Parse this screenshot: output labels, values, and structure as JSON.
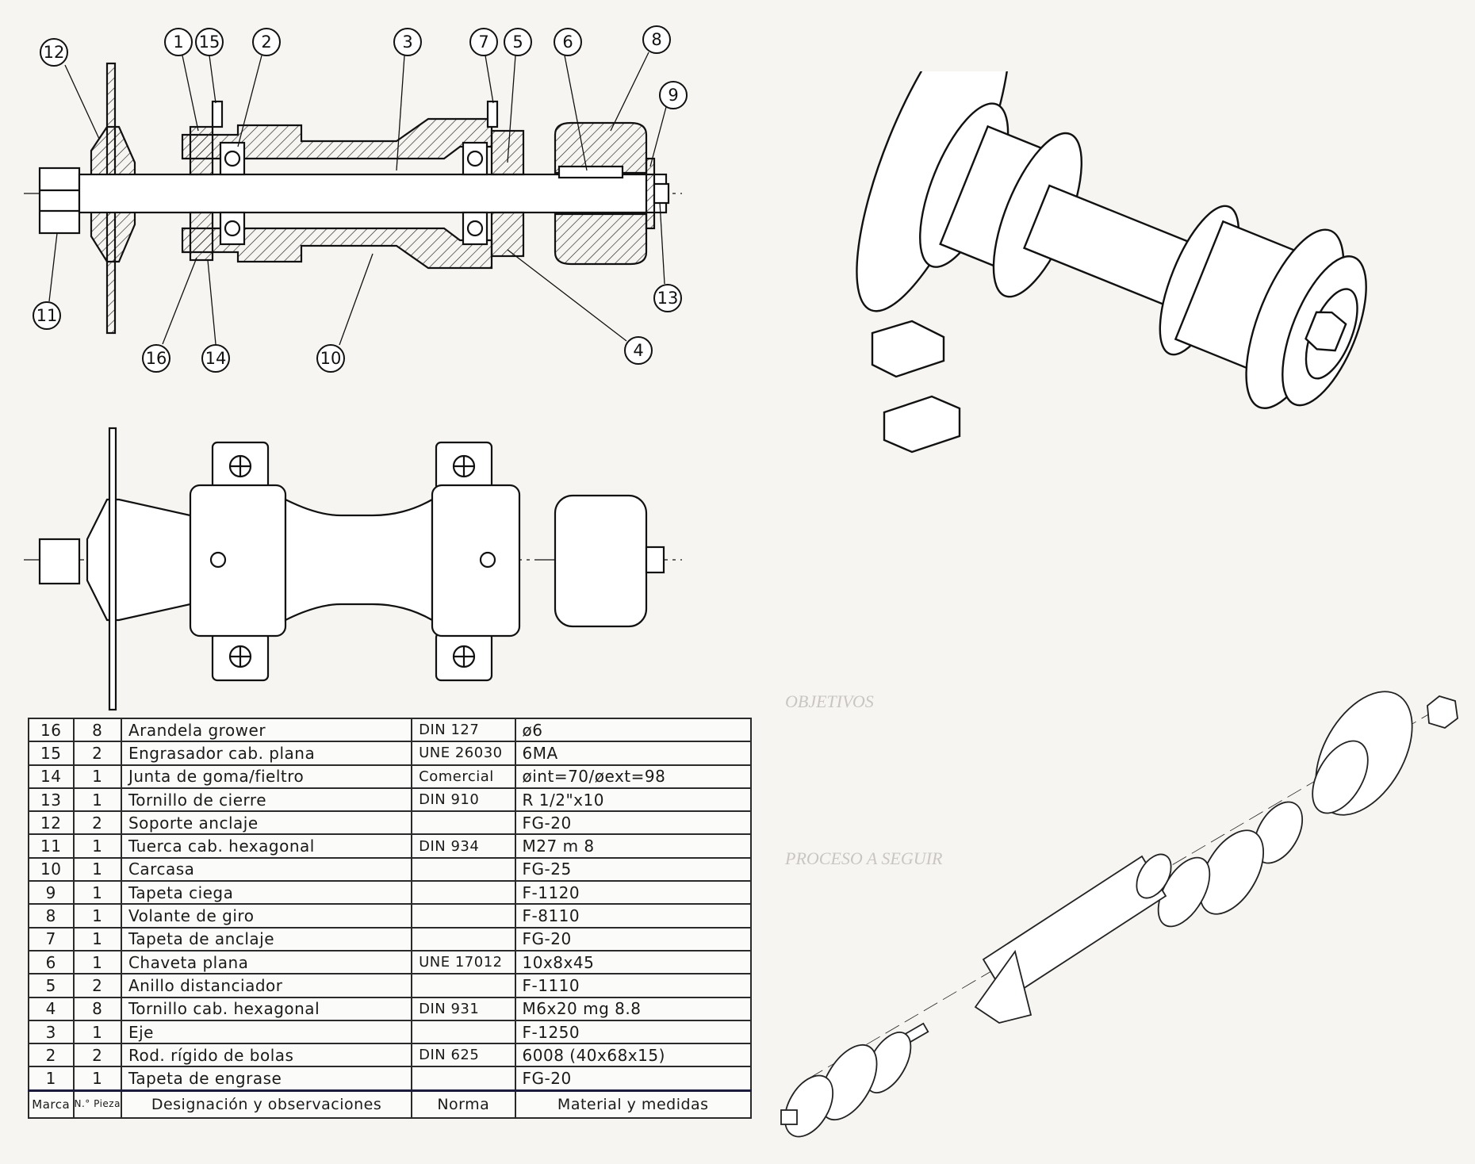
{
  "section_view": {
    "balloons": [
      {
        "num": "12"
      },
      {
        "num": "1"
      },
      {
        "num": "15"
      },
      {
        "num": "2"
      },
      {
        "num": "3"
      },
      {
        "num": "7"
      },
      {
        "num": "5"
      },
      {
        "num": "6"
      },
      {
        "num": "8"
      },
      {
        "num": "9"
      },
      {
        "num": "13"
      },
      {
        "num": "4"
      },
      {
        "num": "10"
      },
      {
        "num": "14"
      },
      {
        "num": "16"
      },
      {
        "num": "11"
      }
    ]
  },
  "background_text": {
    "heading_1": "OBJETIVOS",
    "heading_2": "PROCESO A SEGUIR"
  },
  "parts_table": {
    "columns": [
      "Marca",
      "N.° Pieza",
      "Designación y observaciones",
      "Norma",
      "Material y medidas"
    ],
    "rows": [
      {
        "marca": "16",
        "pieza": "8",
        "designacion": "Arandela grower",
        "norma": "DIN 127",
        "material": "ø6"
      },
      {
        "marca": "15",
        "pieza": "2",
        "designacion": "Engrasador cab. plana",
        "norma": "UNE 26030",
        "material": "6MA"
      },
      {
        "marca": "14",
        "pieza": "1",
        "designacion": "Junta de goma/fieltro",
        "norma": "Comercial",
        "material": "øint=70/øext=98"
      },
      {
        "marca": "13",
        "pieza": "1",
        "designacion": "Tornillo de cierre",
        "norma": "DIN 910",
        "material": "R 1/2\"x10"
      },
      {
        "marca": "12",
        "pieza": "2",
        "designacion": "Soporte anclaje",
        "norma": "",
        "material": "FG-20"
      },
      {
        "marca": "11",
        "pieza": "1",
        "designacion": "Tuerca cab. hexagonal",
        "norma": "DIN 934",
        "material": "M27 m 8"
      },
      {
        "marca": "10",
        "pieza": "1",
        "designacion": "Carcasa",
        "norma": "",
        "material": "FG-25"
      },
      {
        "marca": "9",
        "pieza": "1",
        "designacion": "Tapeta ciega",
        "norma": "",
        "material": "F-1120"
      },
      {
        "marca": "8",
        "pieza": "1",
        "designacion": "Volante de giro",
        "norma": "",
        "material": "F-8110"
      },
      {
        "marca": "7",
        "pieza": "1",
        "designacion": "Tapeta de anclaje",
        "norma": "",
        "material": "FG-20"
      },
      {
        "marca": "6",
        "pieza": "1",
        "designacion": "Chaveta plana",
        "norma": "UNE 17012",
        "material": "10x8x45"
      },
      {
        "marca": "5",
        "pieza": "2",
        "designacion": "Anillo distanciador",
        "norma": "",
        "material": "F-1110"
      },
      {
        "marca": "4",
        "pieza": "8",
        "designacion": "Tornillo cab. hexagonal",
        "norma": "DIN 931",
        "material": "M6x20 mg 8.8"
      },
      {
        "marca": "3",
        "pieza": "1",
        "designacion": "Eje",
        "norma": "",
        "material": "F-1250"
      },
      {
        "marca": "2",
        "pieza": "2",
        "designacion": "Rod. rígido de bolas",
        "norma": "DIN 625",
        "material": "6008 (40x68x15)"
      },
      {
        "marca": "1",
        "pieza": "1",
        "designacion": "Tapeta de engrase",
        "norma": "",
        "material": "FG-20"
      }
    ]
  }
}
